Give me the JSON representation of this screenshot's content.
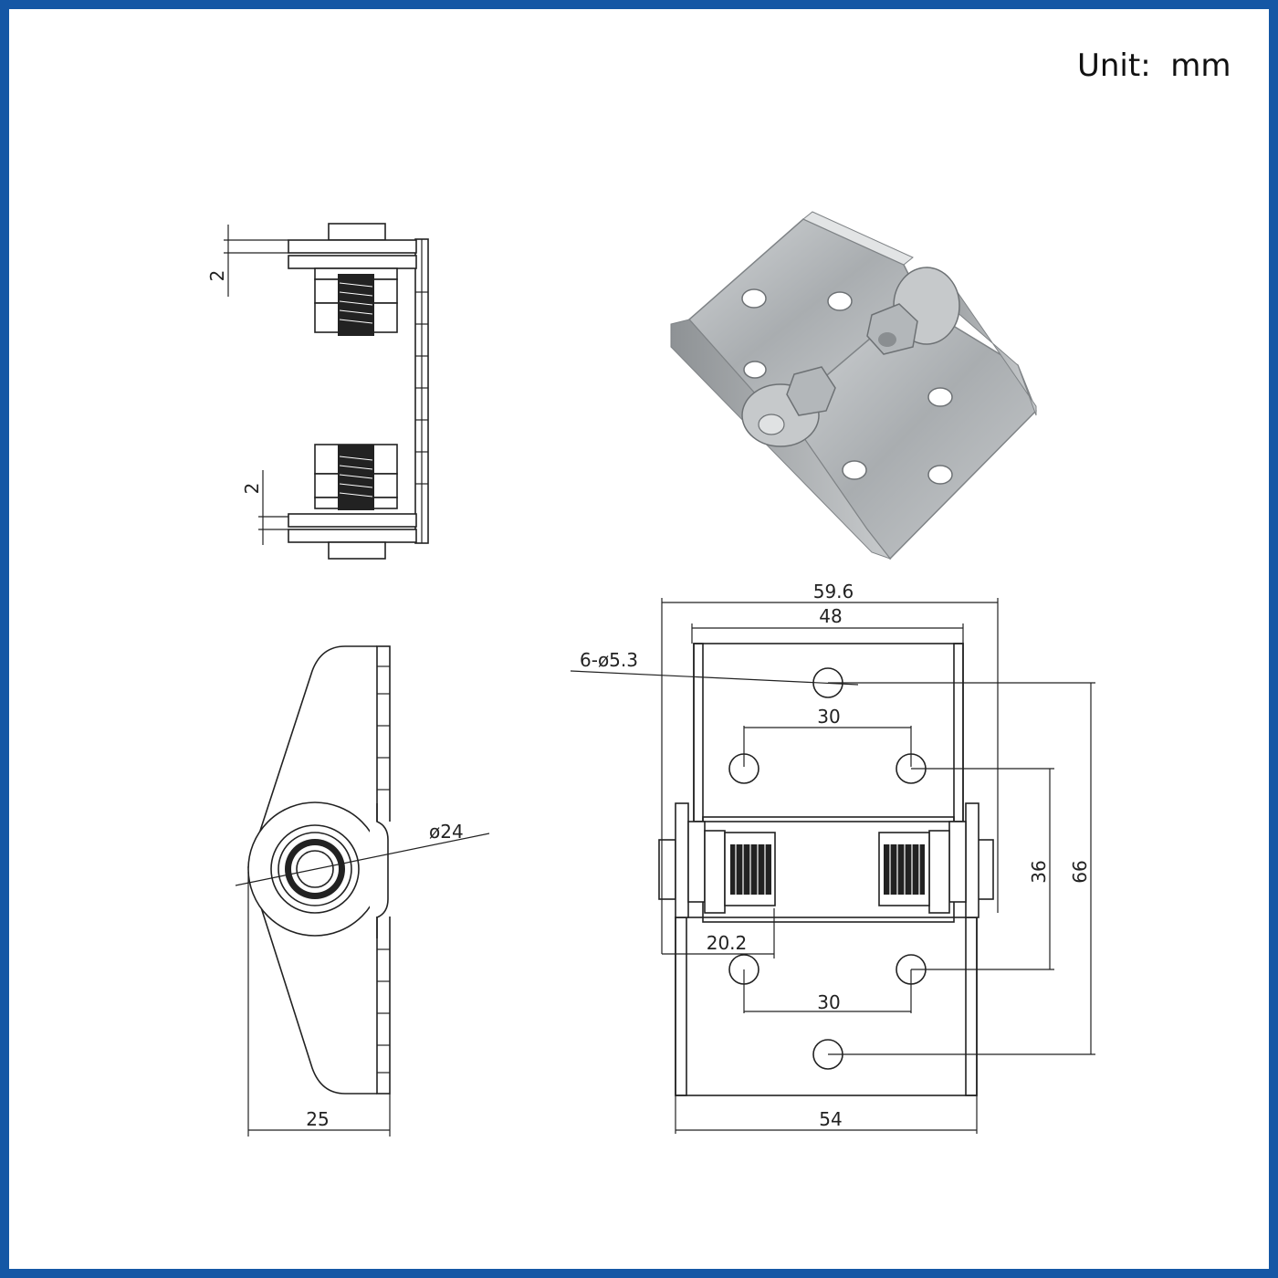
{
  "colors": {
    "border": "#1557a5",
    "line": "#222222",
    "metal": "#b8bcbf"
  },
  "unit_label": "Unit:  mm",
  "side_view": {
    "dim_top": "2",
    "dim_bottom": "2"
  },
  "end_view": {
    "dim_diameter": "ø24",
    "dim_width": "25"
  },
  "front_view": {
    "dim_overall_width": "59.6",
    "dim_plate_width": "48",
    "dim_holes": "6-ø5.3",
    "dim_hole_spacing_top": "30",
    "dim_hole_spacing_bottom": "30",
    "dim_hinge_length": "20.2",
    "dim_base_width": "54",
    "dim_vertical_holes": "36",
    "dim_overall_height": "66"
  },
  "photo": {
    "icon": "hinge-photo-icon"
  }
}
